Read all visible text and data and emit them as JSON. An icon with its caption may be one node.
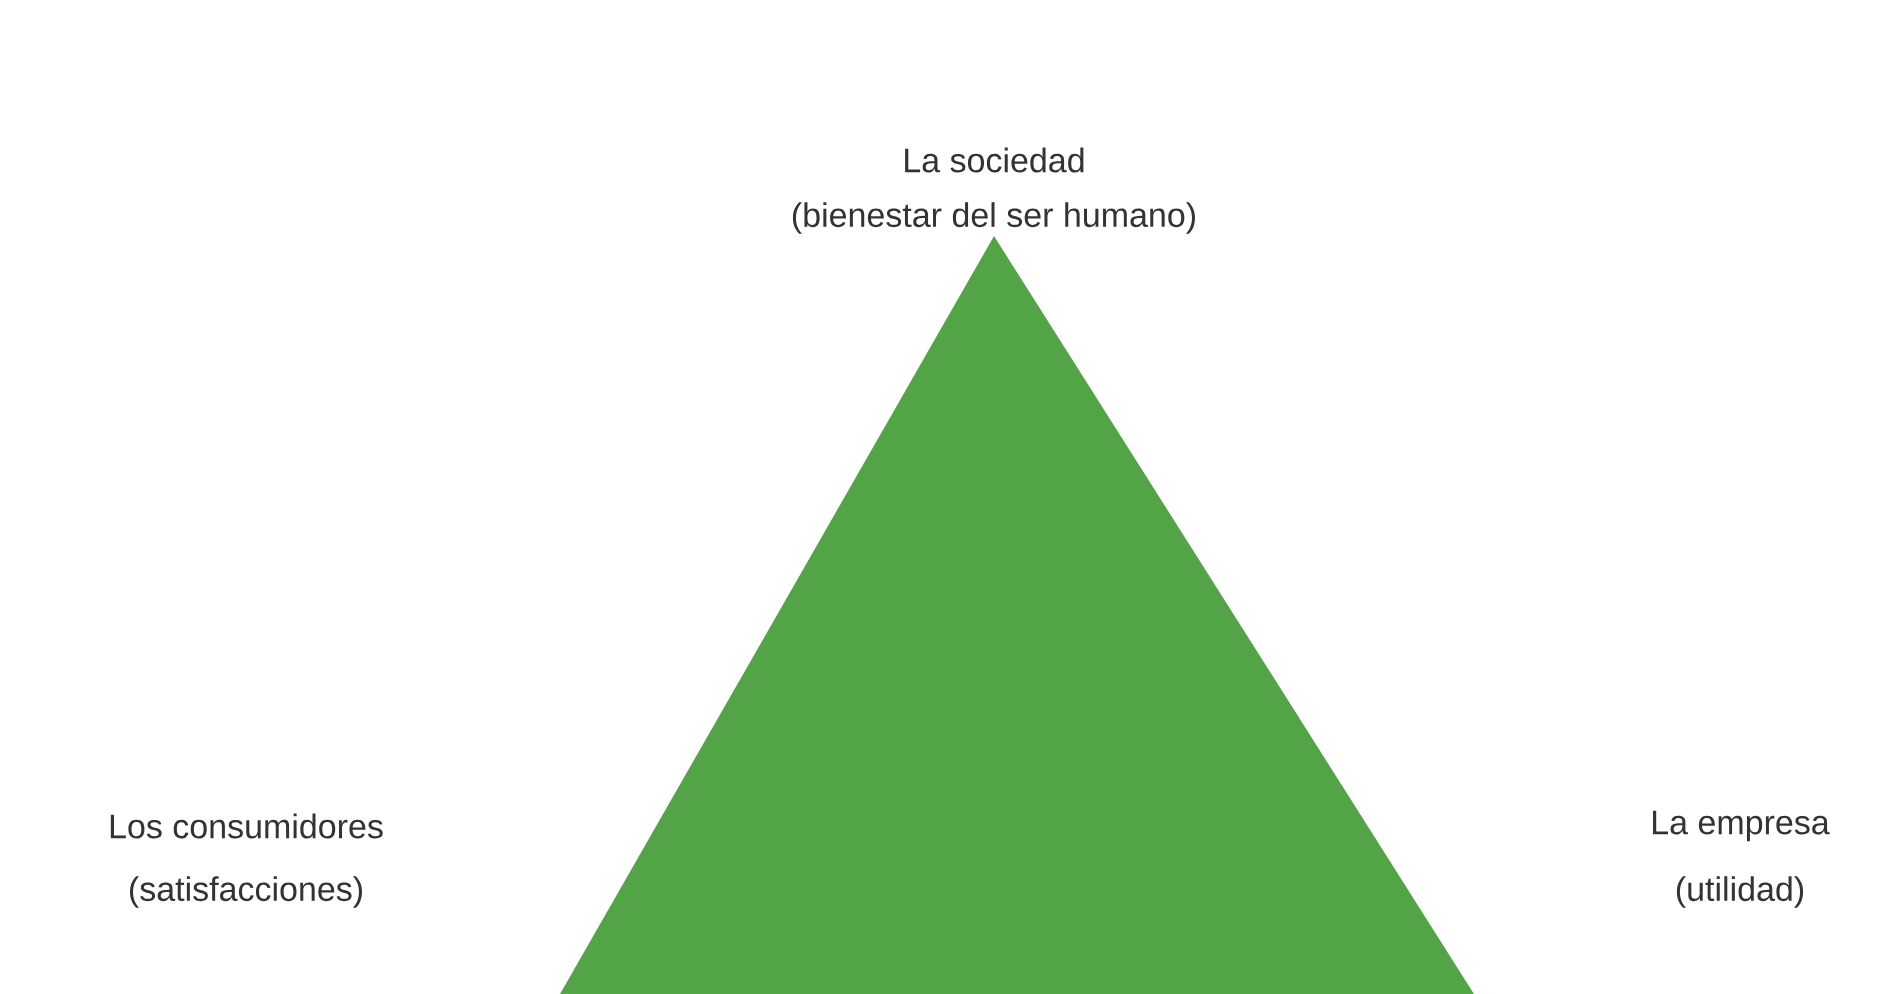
{
  "diagram": {
    "nodes": [
      {
        "text": [],
        "shape": "triangle"
      }
    ],
    "labels": [
      "La sociedad",
      "(bienestar del ser humano)",
      "Los consumidores",
      "(satisfacciones)",
      "La empresa",
      "(utilidad)"
    ]
  }
}
